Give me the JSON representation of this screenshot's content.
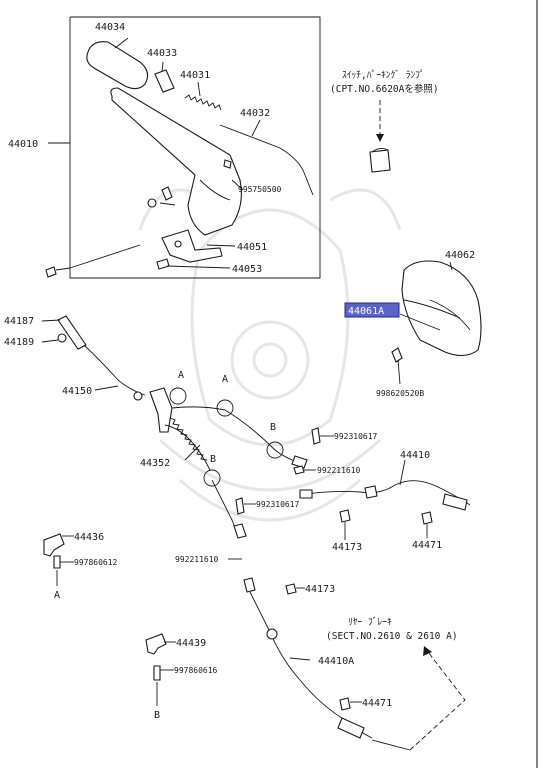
{
  "parts": {
    "p44034": "44034",
    "p44033": "44033",
    "p44031": "44031",
    "p44032": "44032",
    "p44010": "44010",
    "p995750500": "995750500",
    "p44051": "44051",
    "p44053": "44053",
    "p44062": "44062",
    "p44061A": "44061A",
    "p998620520B": "998620520B",
    "p44187": "44187",
    "p44189": "44189",
    "p44150": "44150",
    "p44352": "44352",
    "p992310617a": "992310617",
    "p992211610a": "992211610",
    "p44410": "44410",
    "p992310617b": "992310617",
    "p44173a": "44173",
    "p44471a": "44471",
    "p44436": "44436",
    "p997860612": "997860612",
    "p992211610b": "992211610",
    "p44173b": "44173",
    "p44439": "44439",
    "p997860616": "997860616",
    "p44410A": "44410A",
    "p44471b": "44471"
  },
  "markers": {
    "a1": "A",
    "a2": "A",
    "a3": "A",
    "b1": "B",
    "b2": "B",
    "b3": "B"
  },
  "notes": {
    "switch_line1": "ｽｲｯﾁ,ﾊﾟｰｷﾝｸﾞ ﾗﾝﾌﾟ",
    "switch_line2": "(CPT.NO.6620Aを参照)",
    "rear_line1": "ﾘﾔｰ ﾌﾞﾚｰｷ",
    "rear_line2": "(SECT.NO.2610 & 2610 A)"
  },
  "highlight": {
    "part": "44061A",
    "color": "#5a63c8"
  }
}
